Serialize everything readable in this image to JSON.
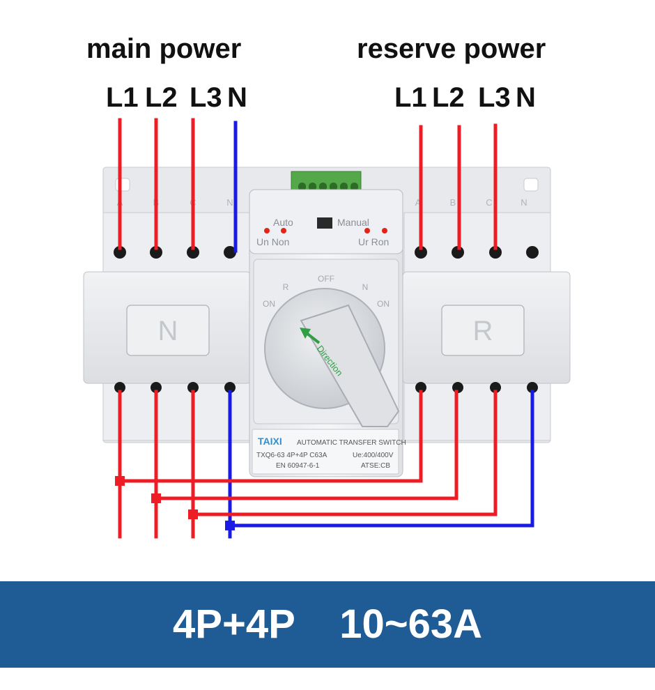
{
  "headings": {
    "main_power": "main power",
    "reserve_power": "reserve power"
  },
  "main_terminals": [
    "L1",
    "L2",
    "L3",
    "N"
  ],
  "reserve_terminals": [
    "L1",
    "L2",
    "L3",
    "N"
  ],
  "module_labels": {
    "left_phase_marks": [
      "A",
      "B",
      "C",
      "N"
    ],
    "right_phase_marks": [
      "A",
      "B",
      "C",
      "N"
    ],
    "left_module": "N",
    "right_module": "R"
  },
  "controller": {
    "auto": "Auto",
    "manual": "Manual",
    "un_non": "Un Non",
    "ur_ron": "Ur Ron",
    "off": "OFF",
    "on_left": "ON",
    "on_right": "ON",
    "r_mark": "R",
    "n_mark": "N",
    "direction": "Direction"
  },
  "nameplate": {
    "brand": "TAIXI",
    "product": "AUTOMATIC TRANSFER SWITCH",
    "model": "TXQ6-63 4P+4P C63A",
    "voltage": "Ue:400/400V",
    "standard": "EN 60947-6-1",
    "class": "ATSE:CB"
  },
  "banner": {
    "poles": "4P+4P",
    "current": "10~63A"
  },
  "colors": {
    "phase_wire": "#ee1c24",
    "neutral_wire": "#1a1ae6",
    "banner": "#1f5c96",
    "terminal_block": "#55a84a"
  }
}
